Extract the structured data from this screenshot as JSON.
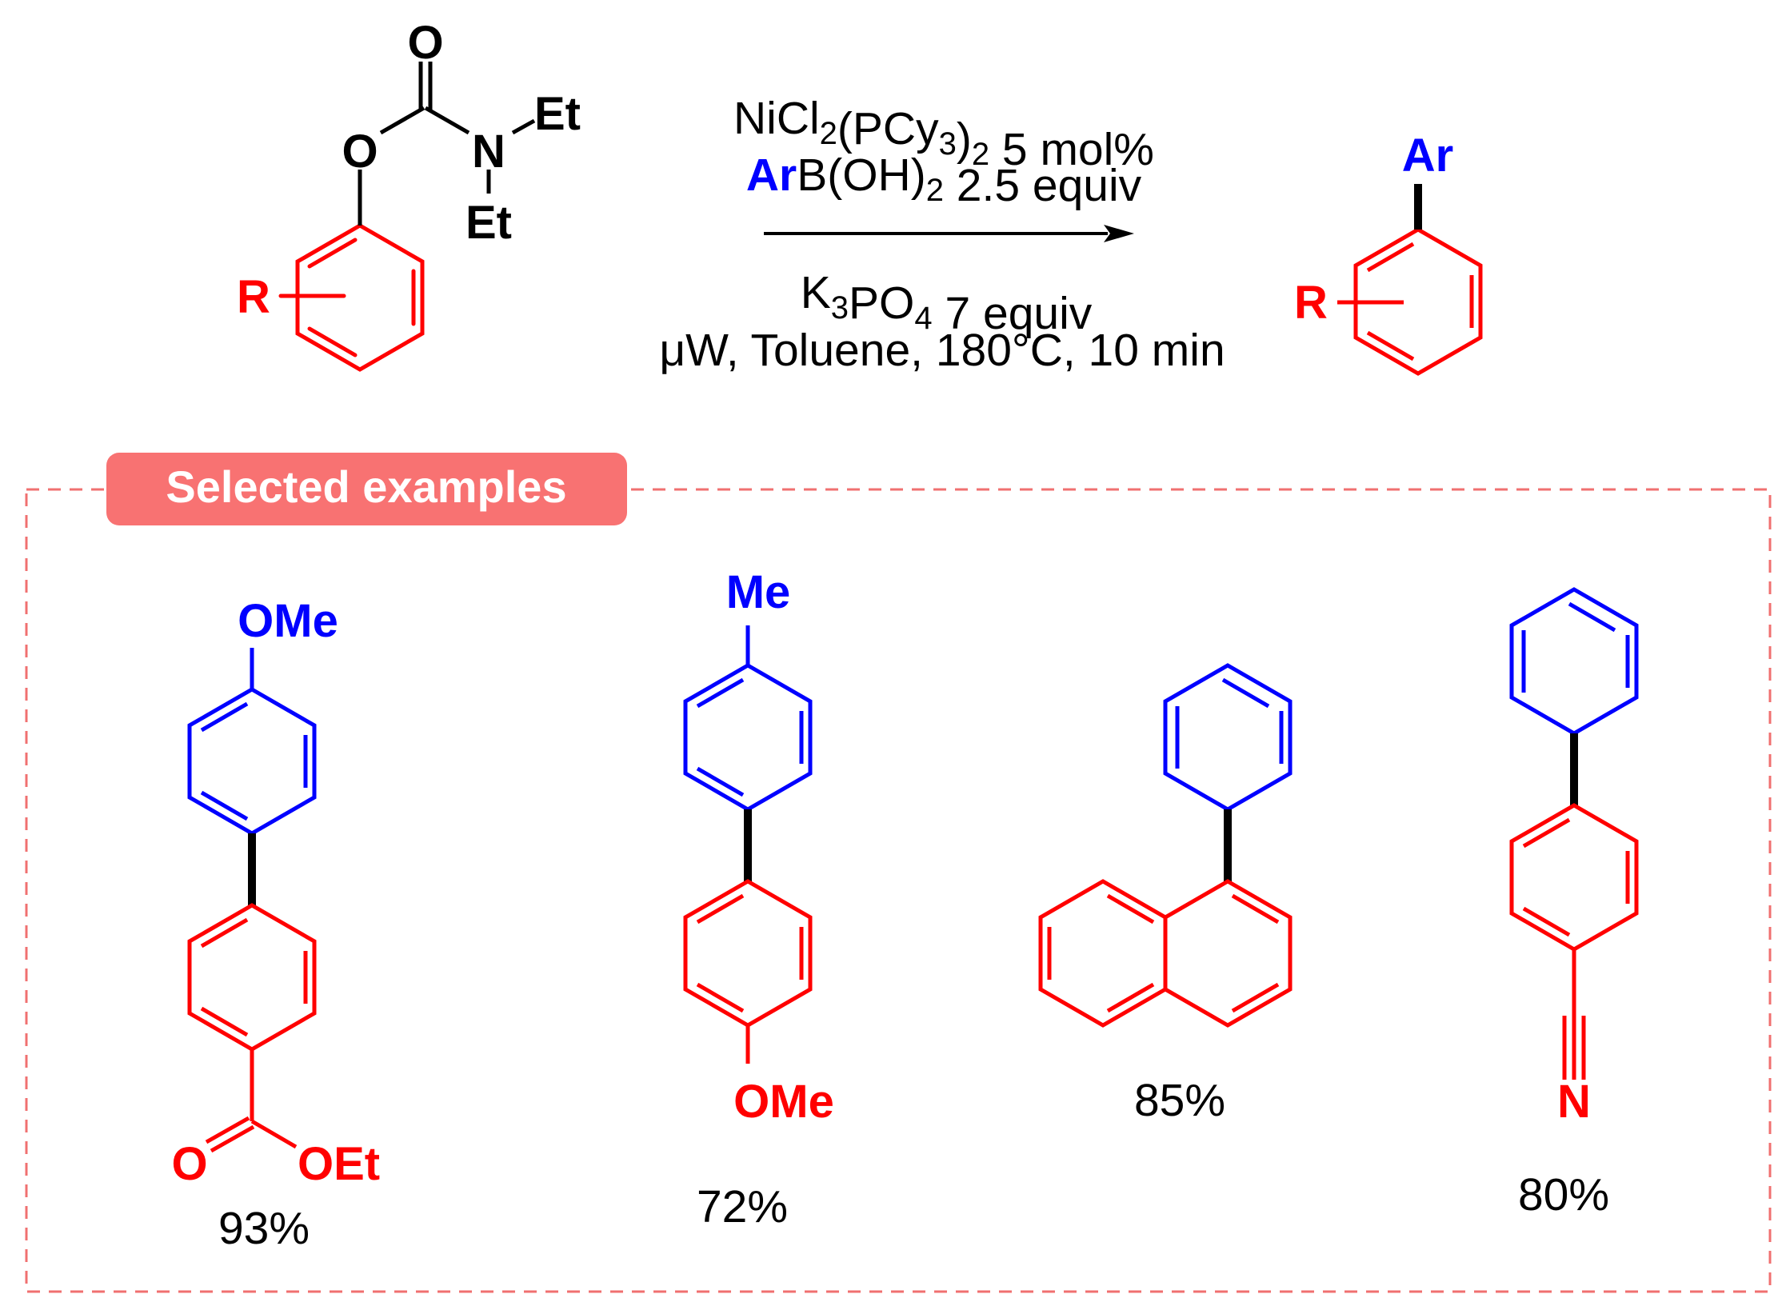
{
  "colors": {
    "accent_red": "#ff0000",
    "accent_blue": "#0000ff",
    "badge_fill": "#f87272",
    "frame_dash": "#f07070"
  },
  "reaction": {
    "starting_material": {
      "carbonyl_O": "O",
      "ester_O": "O",
      "N": "N",
      "et1": "Et",
      "et2": "Et",
      "r": "R"
    },
    "conditions_above": {
      "line1": "NiCl2(PCy3)2 5 mol%",
      "line2_ar": "Ar",
      "line2_rest": "B(OH)2 2.5 equiv"
    },
    "conditions_below": {
      "line1": "K3PO4 7 equiv",
      "line2": "μW, Toluene, 180°C, 10 min"
    },
    "product": {
      "ar": "Ar",
      "r": "R"
    }
  },
  "examples": {
    "title": "Selected examples",
    "items": [
      {
        "top_label": "OMe",
        "bottom_O": "O",
        "bottom_OEt": "OEt",
        "yield": "93%"
      },
      {
        "top_label": "Me",
        "bottom_label": "OMe",
        "yield": "72%"
      },
      {
        "yield": "85%"
      },
      {
        "bottom_label": "N",
        "yield": "80%"
      }
    ]
  }
}
